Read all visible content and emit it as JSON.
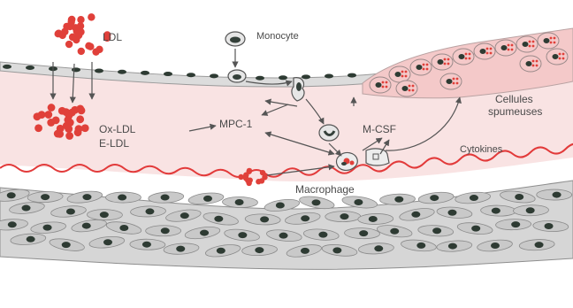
{
  "labels": {
    "ldl": "LDL",
    "monocyte": "Monocyte",
    "mcp1": "MPC-1",
    "mcsf": "M-CSF",
    "oxldl": "Ox-LDL",
    "eldl": "E-LDL",
    "macrophage": "Macrophage",
    "cytokines": "Cytokines",
    "foam_line1": "Cellules",
    "foam_line2": "spumeuses"
  },
  "colors": {
    "lumen": "#ffffff",
    "intima": "#f9e3e3",
    "endothelium": "#dcdcdc",
    "internal_elastic_lamina": "#e23a3a",
    "media": "#d6d6d6",
    "smooth_muscle_nucleus": "#2e3b33",
    "ldl_particle": "#e0403a",
    "foam_cell": "#f4c9c9",
    "arrow": "#555555",
    "text": "#4a4a4a"
  },
  "icons": [
    "ldl-particle-cluster",
    "monocyte-icon",
    "macrophage-icon",
    "foam-cell-icon",
    "smooth-muscle-cell-icon"
  ]
}
